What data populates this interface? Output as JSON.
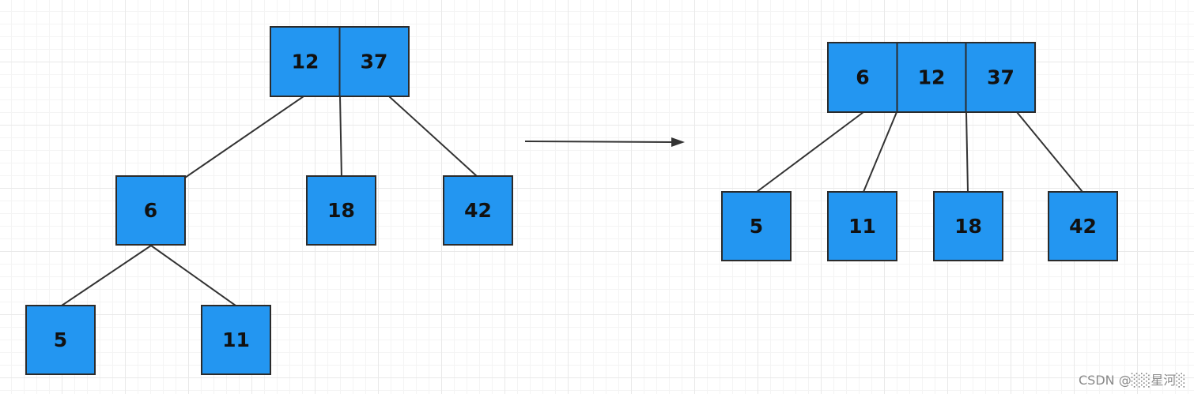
{
  "left_tree": {
    "root": [
      "12",
      "37"
    ],
    "internal_6": [
      "6"
    ],
    "leaf_18": [
      "18"
    ],
    "leaf_42": [
      "42"
    ],
    "leaf_5": [
      "5"
    ],
    "leaf_11": [
      "11"
    ]
  },
  "right_tree": {
    "root": [
      "6",
      "12",
      "37"
    ],
    "leaf_5": [
      "5"
    ],
    "leaf_11": [
      "11"
    ],
    "leaf_18": [
      "18"
    ],
    "leaf_42": [
      "42"
    ]
  },
  "colors": {
    "node_fill": "#2396f1",
    "node_border": "#2b2b2b",
    "edge": "#333333",
    "grid": "#e9e9e9"
  },
  "watermark": "CSDN @░░星河░"
}
